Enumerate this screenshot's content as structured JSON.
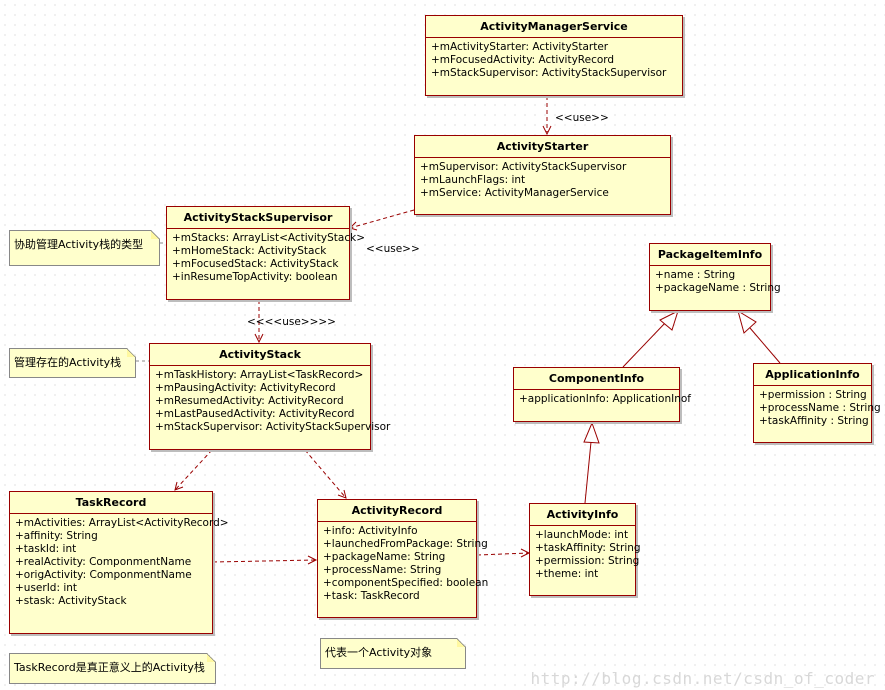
{
  "classes": {
    "ams": {
      "name": "ActivityManagerService",
      "fields": [
        "+mActivityStarter: ActivityStarter",
        "+mFocusedActivity: ActivityRecord",
        "+mStackSupervisor: ActivityStackSupervisor"
      ]
    },
    "starter": {
      "name": "ActivityStarter",
      "fields": [
        "+mSupervisor: ActivityStackSupervisor",
        "+mLaunchFlags: int",
        "+mService: ActivityManagerService"
      ]
    },
    "supervisor": {
      "name": "ActivityStackSupervisor",
      "fields": [
        "+mStacks: ArrayList<ActivityStack>",
        "+mHomeStack: ActivityStack",
        "+mFocusedStack: ActivityStack",
        "+inResumeTopActivity: boolean"
      ]
    },
    "stack": {
      "name": "ActivityStack",
      "fields": [
        "+mTaskHistory: ArrayList<TaskRecord>",
        "+mPausingActivity: ActivityRecord",
        "+mResumedActivity: ActivityRecord",
        "+mLastPausedActivity: ActivityRecord",
        "+mStackSupervisor: ActivityStackSupervisor"
      ]
    },
    "task": {
      "name": "TaskRecord",
      "fields": [
        "+mActivities: ArrayList<ActivityRecord>",
        "+affinity: String",
        "+taskId: int",
        "+realActivity: ComponmentName",
        "+origActivity: ComponmentName",
        "+userId: int",
        "+stask: ActivityStack"
      ]
    },
    "record": {
      "name": "ActivityRecord",
      "fields": [
        "+info: ActivityInfo",
        "+launchedFromPackage: String",
        "+packageName: String",
        "+processName: String",
        "+componentSpecified: boolean",
        "+task: TaskRecord"
      ]
    },
    "actinfo": {
      "name": "ActivityInfo",
      "fields": [
        "+launchMode: int",
        "+taskAffinity: String",
        "+permission: String",
        "+theme: int"
      ]
    },
    "compinfo": {
      "name": "ComponentInfo",
      "fields": [
        "+applicationInfo: ApplicationInof"
      ]
    },
    "pkginfo": {
      "name": "PackageItemInfo",
      "fields": [
        "+name : String",
        "+packageName : String"
      ]
    },
    "appinfo": {
      "name": "ApplicationInfo",
      "fields": [
        "+permission : String",
        "+processName : String",
        "+taskAffinity : String"
      ]
    }
  },
  "stereotypes": {
    "use1": "<<use>>",
    "use2": "<<use>>",
    "use3": "<<<<use>>>>"
  },
  "notes": {
    "supervisor_note": "协助管理Activity栈的类型",
    "stack_note": "管理存在的Activity栈",
    "record_note": "代表一个Activity对象",
    "task_note": "TaskRecord是真正意义上的Activity栈"
  },
  "watermark": "http://blog.csdn.net/csdn_of_coder",
  "colors": {
    "class_fill": "#ffffcc",
    "class_border": "#990000",
    "note_border": "#888888"
  }
}
